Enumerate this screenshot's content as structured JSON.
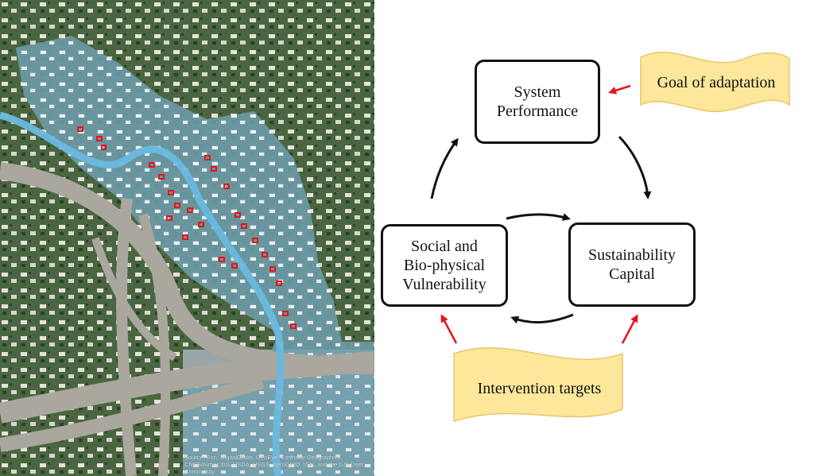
{
  "map": {
    "attribution": "Source: Esri, DigitalGlobe, GeoEye, Earthstar Geographics, CNES/Airbus DS, USDA, USGS, AeroGRID, IGN, and the GIS User Community",
    "colors": {
      "vegetation": "#3f5a34",
      "floodplain": "#8fc3d6",
      "stream": "#6ab8e0",
      "highway": "#a9a79e",
      "highlighted_buildings": "#e8141b"
    }
  },
  "diagram": {
    "nodes": {
      "system_performance": "System\nPerformance",
      "sustainability_capital": "Sustainability\nCapital",
      "vulnerability": "Social and\nBio-physical\nVulnerability"
    },
    "banners": {
      "goal": "Goal of adaptation",
      "interventions": "Intervention targets"
    },
    "colors": {
      "banner_fill": "#fde79a",
      "banner_stroke": "#e8c76a",
      "cycle_arrow": "#111111",
      "pointer_arrow": "#e8141b"
    }
  }
}
